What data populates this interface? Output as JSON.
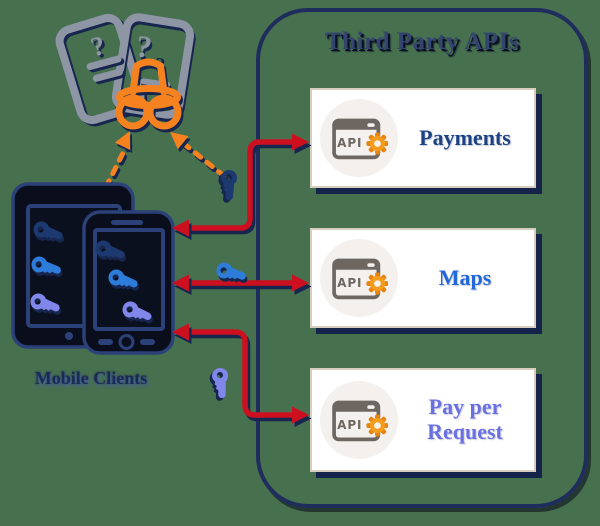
{
  "container": {
    "title": "Third Party APIs"
  },
  "cards": [
    {
      "id": "payments",
      "label": "Payments",
      "text_color": "#1D4284"
    },
    {
      "id": "maps",
      "label": "Maps",
      "text_color": "#2268D8"
    },
    {
      "id": "pay_per_request",
      "label": "Pay per Request",
      "text_color": "#6A70E4"
    }
  ],
  "api_icon_label": "API",
  "mobile_clients_label": "Mobile Clients",
  "glyphs": {
    "question_mark": "?"
  },
  "icons": {
    "incognito_spy": "orange incognito hat and glasses (eavesdropper)",
    "question_cards": "overlapping cards with question marks (stolen unknown data)",
    "api_window": "browser window labeled API with orange gear",
    "key": "API access key",
    "tablet": "tablet device with keys on screen",
    "smartphone": "smartphone device with keys on screen",
    "eavesdrop_arrow": "dashed orange interception arrow toward spy",
    "api_call_arrow": "red bidirectional arrow between client and API"
  },
  "colors": {
    "background": "#47704F",
    "navy": "#1E2D5C",
    "navy_dark": "#17264E",
    "red": "#CC1020",
    "orange": "#F5821F",
    "card_border": "#D8CEC0",
    "icon_gray": "#6E6761",
    "gear_orange": "#F59C1C",
    "gear_dark": "#E8830E",
    "key_navy": "#1D3A70",
    "key_blue": "#2E7CD9",
    "key_periwinkle": "#8187EA",
    "title_color": "#33456E",
    "label_navy": "#1B2A55",
    "device_fill": "#0A0E1C",
    "device_stroke": "#2B4178",
    "cards_gray": "#8E95A5"
  }
}
